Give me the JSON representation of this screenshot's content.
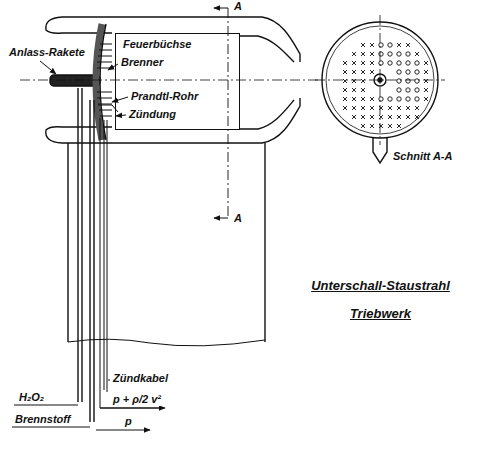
{
  "diagram": {
    "title": "Unterschall-Staustrahl Triebwerk",
    "nodes": [
      {
        "text": [
          "Feuerbüchse"
        ]
      }
    ],
    "edges": [],
    "labels": [
      "A",
      "Anlass-Rakete",
      "Brenner",
      "Prandtl-Rohr",
      "Zündung",
      "A",
      "Schnitt A-A",
      "Zündkabel",
      "H₂O₂",
      "p + ρ/2 v²",
      "Brennstoff",
      "p"
    ]
  }
}
